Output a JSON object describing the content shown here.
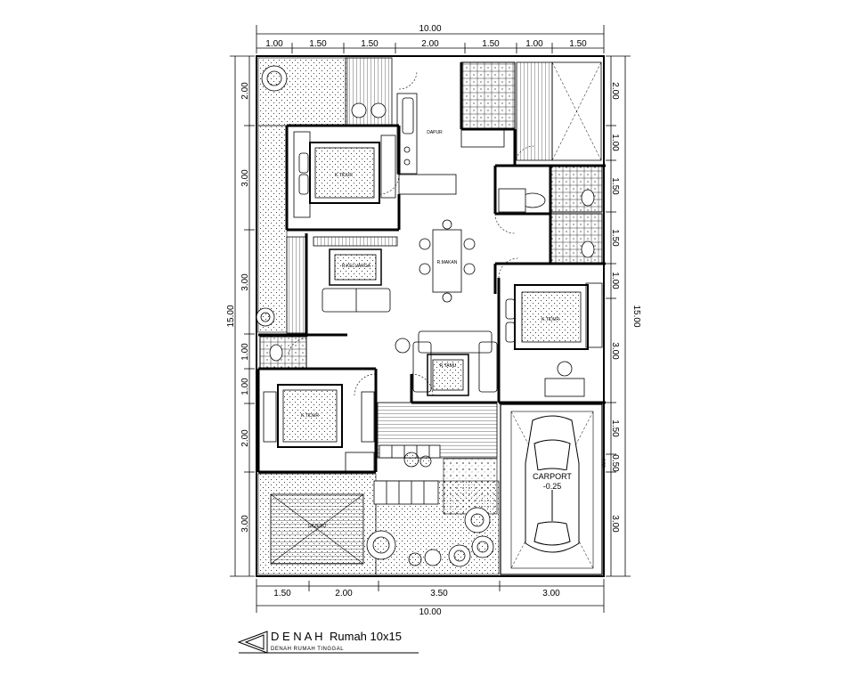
{
  "plan": {
    "overall_width": "10.00",
    "overall_length": "15.00",
    "top_segments": [
      "1.00",
      "1.50",
      "1.50",
      "2.00",
      "1.50",
      "1.00",
      "1.50"
    ],
    "bottom_segments": [
      "1.50",
      "2.00",
      "3.50",
      "3.00"
    ],
    "left_segments": [
      "2.00",
      "3.00",
      "3.00",
      "1.00",
      "1.00",
      "2.00",
      "3.00"
    ],
    "right_segments": [
      "2.00",
      "1.00",
      "1.50",
      "1.50",
      "1.00",
      "3.00",
      "1.50",
      "0.50",
      "3.00"
    ],
    "carport_label": "CARPORT",
    "carport_level": "-0.25",
    "carport_inner_mark": "0.50"
  },
  "title": {
    "main_spaced": "D E N A H",
    "main_rest": "Rumah 10x15",
    "subtitle": "DENAH RUMAH TINGGAL"
  },
  "colors": {
    "line": "#000000",
    "background": "#ffffff"
  }
}
